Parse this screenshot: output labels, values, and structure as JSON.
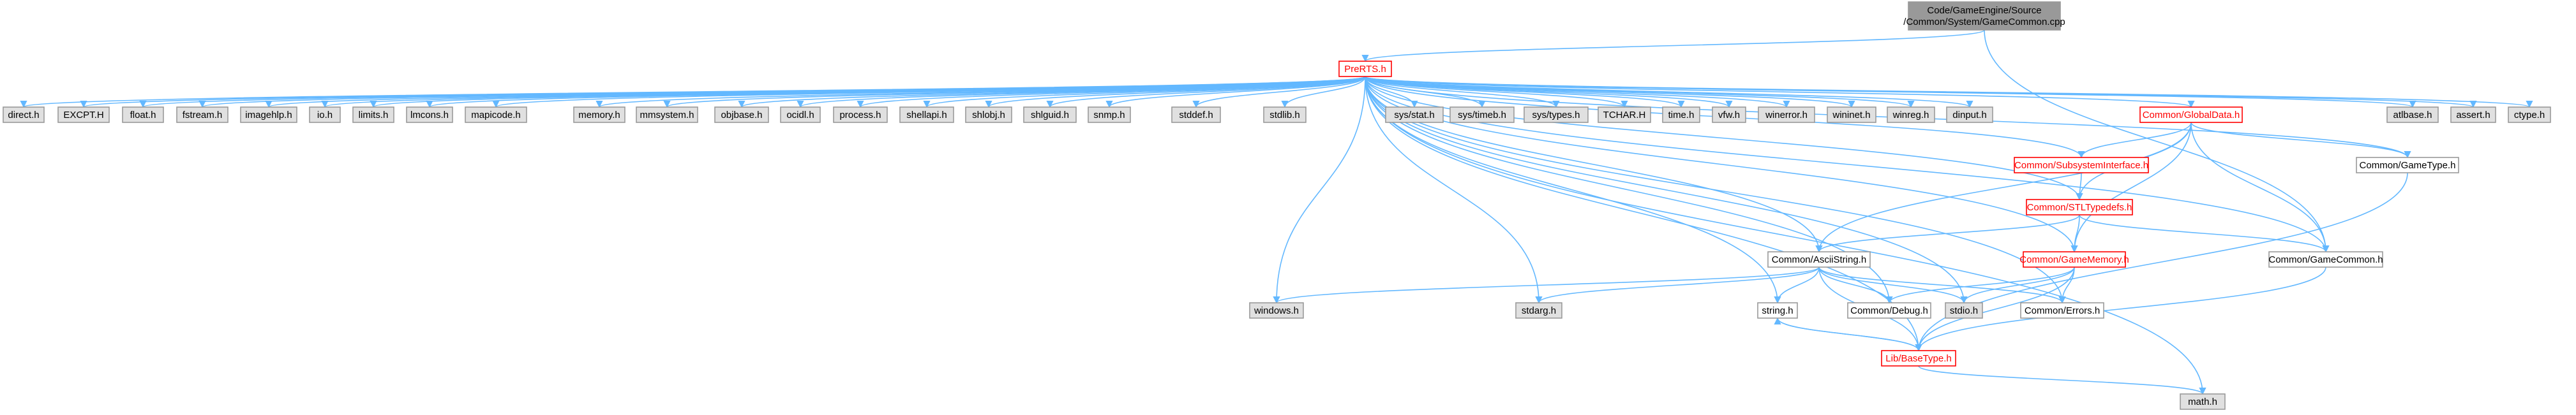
{
  "colors": {
    "edge": "#63b8ff",
    "node_text": "#000000",
    "node_border": "#999999",
    "node_fill_white": "#ffffff",
    "node_fill_grey": "#e0e0e0",
    "node_fill_root": "#999999",
    "node_border_red": "#ff0000",
    "node_text_red": "#ff0000"
  },
  "nodes": [
    {
      "id": "root",
      "label": "Code/GameEngine/Source\n/Common/System/GameCommon.cpp",
      "style": "root"
    },
    {
      "id": "prerts",
      "label": "PreRTS.h",
      "style": "red"
    },
    {
      "id": "direct",
      "label": "direct.h",
      "style": "grey"
    },
    {
      "id": "excpt",
      "label": "EXCPT.H",
      "style": "grey"
    },
    {
      "id": "float",
      "label": "float.h",
      "style": "grey"
    },
    {
      "id": "fstream",
      "label": "fstream.h",
      "style": "grey"
    },
    {
      "id": "imagehlp",
      "label": "imagehlp.h",
      "style": "grey"
    },
    {
      "id": "io",
      "label": "io.h",
      "style": "grey"
    },
    {
      "id": "limits",
      "label": "limits.h",
      "style": "grey"
    },
    {
      "id": "lmcons",
      "label": "lmcons.h",
      "style": "grey"
    },
    {
      "id": "mapicode",
      "label": "mapicode.h",
      "style": "grey"
    },
    {
      "id": "memory",
      "label": "memory.h",
      "style": "grey"
    },
    {
      "id": "mmsystem",
      "label": "mmsystem.h",
      "style": "grey"
    },
    {
      "id": "objbase",
      "label": "objbase.h",
      "style": "grey"
    },
    {
      "id": "ocidl",
      "label": "ocidl.h",
      "style": "grey"
    },
    {
      "id": "process",
      "label": "process.h",
      "style": "grey"
    },
    {
      "id": "shellapi",
      "label": "shellapi.h",
      "style": "grey"
    },
    {
      "id": "shlobj",
      "label": "shlobj.h",
      "style": "grey"
    },
    {
      "id": "shlguid",
      "label": "shlguid.h",
      "style": "grey"
    },
    {
      "id": "snmp",
      "label": "snmp.h",
      "style": "grey"
    },
    {
      "id": "stddef",
      "label": "stddef.h",
      "style": "grey"
    },
    {
      "id": "stdlib",
      "label": "stdlib.h",
      "style": "grey"
    },
    {
      "id": "sysstat",
      "label": "sys/stat.h",
      "style": "grey"
    },
    {
      "id": "systimeb",
      "label": "sys/timeb.h",
      "style": "grey"
    },
    {
      "id": "systypes",
      "label": "sys/types.h",
      "style": "grey"
    },
    {
      "id": "tchar",
      "label": "TCHAR.H",
      "style": "grey"
    },
    {
      "id": "time",
      "label": "time.h",
      "style": "grey"
    },
    {
      "id": "vfw",
      "label": "vfw.h",
      "style": "grey"
    },
    {
      "id": "winerror",
      "label": "winerror.h",
      "style": "grey"
    },
    {
      "id": "wininet",
      "label": "wininet.h",
      "style": "grey"
    },
    {
      "id": "winreg",
      "label": "winreg.h",
      "style": "grey"
    },
    {
      "id": "dinput",
      "label": "dinput.h",
      "style": "grey"
    },
    {
      "id": "globaldata",
      "label": "Common/GlobalData.h",
      "style": "red"
    },
    {
      "id": "atlbase",
      "label": "atlbase.h",
      "style": "grey"
    },
    {
      "id": "assert",
      "label": "assert.h",
      "style": "grey"
    },
    {
      "id": "ctype",
      "label": "ctype.h",
      "style": "grey"
    },
    {
      "id": "subsys",
      "label": "Common/SubsystemInterface.h",
      "style": "red"
    },
    {
      "id": "gametype",
      "label": "Common/GameType.h",
      "style": "white"
    },
    {
      "id": "stltypedefs",
      "label": "Common/STLTypedefs.h",
      "style": "red"
    },
    {
      "id": "asciistring",
      "label": "Common/AsciiString.h",
      "style": "white"
    },
    {
      "id": "gamememory",
      "label": "Common/GameMemory.h",
      "style": "red"
    },
    {
      "id": "gamecommon",
      "label": "Common/GameCommon.h",
      "style": "white"
    },
    {
      "id": "windows",
      "label": "windows.h",
      "style": "grey"
    },
    {
      "id": "stdarg",
      "label": "stdarg.h",
      "style": "grey"
    },
    {
      "id": "string",
      "label": "string.h",
      "style": "white"
    },
    {
      "id": "debug",
      "label": "Common/Debug.h",
      "style": "white"
    },
    {
      "id": "stdio",
      "label": "stdio.h",
      "style": "grey"
    },
    {
      "id": "errors",
      "label": "Common/Errors.h",
      "style": "white"
    },
    {
      "id": "basetype",
      "label": "Lib/BaseType.h",
      "style": "red"
    },
    {
      "id": "math",
      "label": "math.h",
      "style": "grey"
    }
  ],
  "edges": [
    [
      "root",
      "prerts"
    ],
    [
      "root",
      "gamecommon"
    ],
    [
      "prerts",
      "direct"
    ],
    [
      "prerts",
      "excpt"
    ],
    [
      "prerts",
      "float"
    ],
    [
      "prerts",
      "fstream"
    ],
    [
      "prerts",
      "imagehlp"
    ],
    [
      "prerts",
      "io"
    ],
    [
      "prerts",
      "limits"
    ],
    [
      "prerts",
      "lmcons"
    ],
    [
      "prerts",
      "mapicode"
    ],
    [
      "prerts",
      "memory"
    ],
    [
      "prerts",
      "mmsystem"
    ],
    [
      "prerts",
      "objbase"
    ],
    [
      "prerts",
      "ocidl"
    ],
    [
      "prerts",
      "process"
    ],
    [
      "prerts",
      "shellapi"
    ],
    [
      "prerts",
      "shlobj"
    ],
    [
      "prerts",
      "shlguid"
    ],
    [
      "prerts",
      "snmp"
    ],
    [
      "prerts",
      "stddef"
    ],
    [
      "prerts",
      "stdlib"
    ],
    [
      "prerts",
      "sysstat"
    ],
    [
      "prerts",
      "systimeb"
    ],
    [
      "prerts",
      "systypes"
    ],
    [
      "prerts",
      "tchar"
    ],
    [
      "prerts",
      "time"
    ],
    [
      "prerts",
      "vfw"
    ],
    [
      "prerts",
      "winerror"
    ],
    [
      "prerts",
      "wininet"
    ],
    [
      "prerts",
      "winreg"
    ],
    [
      "prerts",
      "dinput"
    ],
    [
      "prerts",
      "globaldata"
    ],
    [
      "prerts",
      "atlbase"
    ],
    [
      "prerts",
      "assert"
    ],
    [
      "prerts",
      "ctype"
    ],
    [
      "prerts",
      "math"
    ],
    [
      "prerts",
      "windows"
    ],
    [
      "prerts",
      "stdarg"
    ],
    [
      "prerts",
      "string"
    ],
    [
      "prerts",
      "debug"
    ],
    [
      "prerts",
      "stdio"
    ],
    [
      "prerts",
      "basetype"
    ],
    [
      "prerts",
      "subsys"
    ],
    [
      "prerts",
      "stltypedefs"
    ],
    [
      "prerts",
      "asciistring"
    ],
    [
      "prerts",
      "gamememory"
    ],
    [
      "prerts",
      "gamecommon"
    ],
    [
      "prerts",
      "gametype"
    ],
    [
      "prerts",
      "errors"
    ],
    [
      "globaldata",
      "subsys"
    ],
    [
      "globaldata",
      "gametype"
    ],
    [
      "globaldata",
      "stltypedefs"
    ],
    [
      "globaldata",
      "asciistring"
    ],
    [
      "globaldata",
      "gamememory"
    ],
    [
      "globaldata",
      "gamecommon"
    ],
    [
      "subsys",
      "stltypedefs"
    ],
    [
      "gametype",
      "basetype"
    ],
    [
      "stltypedefs",
      "asciistring"
    ],
    [
      "stltypedefs",
      "gamememory"
    ],
    [
      "stltypedefs",
      "gamecommon"
    ],
    [
      "asciistring",
      "windows"
    ],
    [
      "asciistring",
      "stdarg"
    ],
    [
      "asciistring",
      "string"
    ],
    [
      "asciistring",
      "debug"
    ],
    [
      "asciistring",
      "stdio"
    ],
    [
      "asciistring",
      "errors"
    ],
    [
      "asciistring",
      "basetype"
    ],
    [
      "gamememory",
      "debug"
    ],
    [
      "gamememory",
      "stdio"
    ],
    [
      "gamememory",
      "errors"
    ],
    [
      "gamememory",
      "basetype"
    ],
    [
      "gamecommon",
      "basetype"
    ],
    [
      "string",
      "basetype"
    ],
    [
      "basetype",
      "string"
    ],
    [
      "basetype",
      "math"
    ]
  ]
}
